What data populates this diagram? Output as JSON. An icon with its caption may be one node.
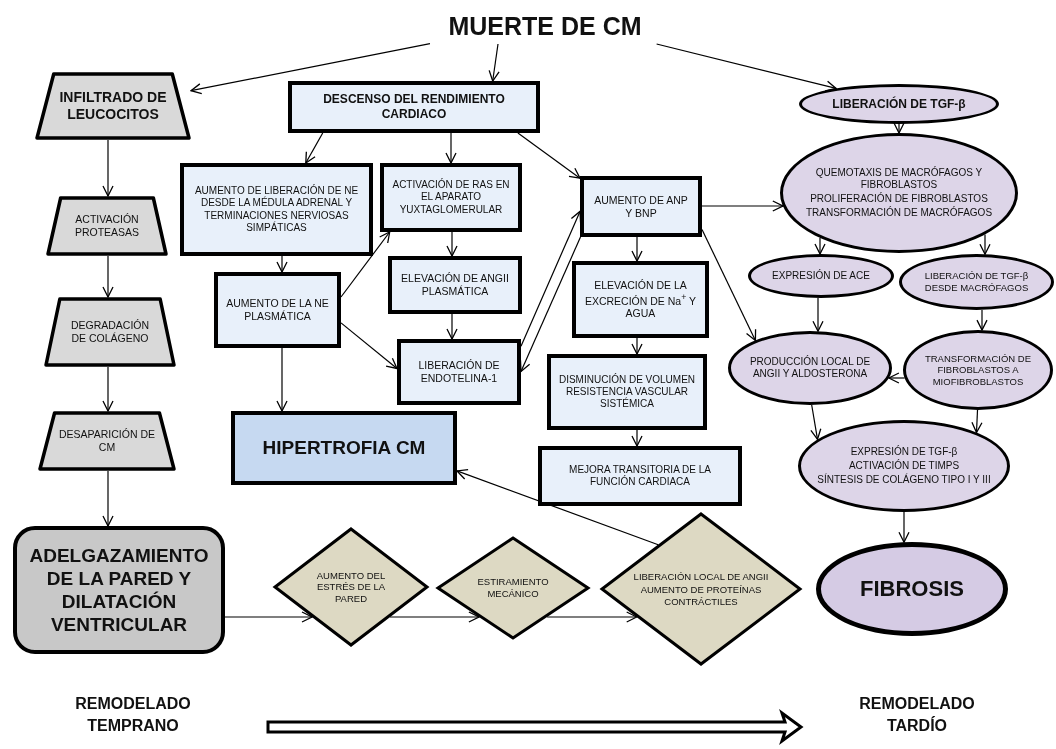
{
  "diagram": {
    "nodes": [
      {
        "text": [
          "MUERTE DE CM"
        ]
      },
      {
        "text": [
          "INFILTRADO DE LEUCOCITOS"
        ]
      },
      {
        "text": [
          "ACTIVACIÓN PROTEASAS"
        ]
      },
      {
        "text": [
          "DEGRADACIÓN DE COLÁGENO"
        ]
      },
      {
        "text": [
          "DESAPARICIÓN DE CM"
        ]
      },
      {
        "text": [
          "ADELGAZAMIENTO DE LA PARED Y DILATACIÓN VENTRICULAR"
        ]
      },
      {
        "text": [
          "DESCENSO DEL RENDIMIENTO CARDIACO"
        ]
      },
      {
        "text": [
          "AUMENTO DE LIBERACIÓN DE NE DESDE LA MÉDULA ADRENAL Y TERMINACIONES NERVIOSAS SIMPÁTICAS"
        ]
      },
      {
        "text": [
          "ACTIVACIÓN DE RAS EN EL APARATO YUXTAGLOMERULAR"
        ]
      },
      {
        "text": [
          "AUMENTO DE LA NE PLASMÁTICA"
        ]
      },
      {
        "text": [
          "ELEVACIÓN DE ANGII PLASMÁTICA"
        ]
      },
      {
        "text": [
          "LIBERACIÓN DE ENDOTELINA-1"
        ]
      },
      {
        "text": [
          "HIPERTROFIA CM"
        ]
      },
      {
        "text": [
          "AUMENTO DE ANP Y BNP"
        ]
      },
      {
        "text": [
          "ELEVACIÓN DE LA EXCRECIÓN DE Na$^{+}$ Y AGUA"
        ]
      },
      {
        "text": [
          "DISMINUCIÓN DE VOLUMEN RESISTENCIA VASCULAR SISTÉMICA"
        ]
      },
      {
        "text": [
          "MEJORA TRANSITORIA DE LA FUNCIÓN CARDIACA"
        ]
      },
      {
        "text": [
          "LIBERACIÓN DE TGF-β"
        ]
      },
      {
        "text": [
          "QUEMOTAXIS DE MACRÓFAGOS Y FIBROBLASTOS",
          "PROLIFERACIÓN DE FIBROBLASTOS",
          "TRANSFORMACIÓN DE MACRÓFAGOS"
        ]
      },
      {
        "text": [
          "EXPRESIÓN DE ACE"
        ]
      },
      {
        "text": [
          "LIBERACIÓN DE TGF-β DESDE MACRÓFAGOS"
        ]
      },
      {
        "text": [
          "PRODUCCIÓN LOCAL DE ANGII Y ALDOSTERONA"
        ]
      },
      {
        "text": [
          "TRANSFORMACIÓN DE FIBROBLASTOS A MIOFIBROBLASTOS"
        ]
      },
      {
        "text": [
          "EXPRESIÓN DE TGF-β",
          "ACTIVACIÓN DE TIMPS",
          "SÍNTESIS DE COLÁGENO TIPO I Y III"
        ]
      },
      {
        "text": [
          "FIBROSIS"
        ]
      },
      {
        "text": [
          "AUMENTO DEL ESTRÉS DE LA PARED"
        ]
      },
      {
        "text": [
          "ESTIRAMIENTO MECÁNICO"
        ]
      },
      {
        "text": [
          "LIBERACIÓN LOCAL DE ANGII",
          "AUMENTO DE PROTEÍNAS CONTRÁCTILES"
        ]
      }
    ],
    "edges": [
      {
        "from": 0,
        "to": 1,
        "arrow": "to"
      },
      {
        "from": 0,
        "to": 6,
        "arrow": "to"
      },
      {
        "from": 0,
        "to": 17,
        "arrow": "to"
      },
      {
        "from": 1,
        "to": 2,
        "arrow": "to"
      },
      {
        "from": 2,
        "to": 3,
        "arrow": "to"
      },
      {
        "from": 3,
        "to": 4,
        "arrow": "to"
      },
      {
        "from": 4,
        "to": 5,
        "arrow": "to"
      },
      {
        "from": 6,
        "to": 7,
        "arrow": "to"
      },
      {
        "from": 6,
        "to": 8,
        "arrow": "to"
      },
      {
        "from": 6,
        "to": 13,
        "arrow": "to"
      },
      {
        "from": 7,
        "to": 9,
        "arrow": "to"
      },
      {
        "from": 8,
        "to": 10,
        "arrow": "to"
      },
      {
        "from": 10,
        "to": 11,
        "arrow": "to"
      },
      {
        "from": 9,
        "to": 8,
        "arrow": "to"
      },
      {
        "from": 9,
        "to": 11,
        "arrow": "to"
      },
      {
        "from": 9,
        "to": 12,
        "arrow": "to"
      },
      {
        "from": 11,
        "to": 13,
        "arrow": "to"
      },
      {
        "from": 13,
        "to": 11,
        "arrow": "to"
      },
      {
        "from": 13,
        "to": 14,
        "arrow": "to"
      },
      {
        "from": 14,
        "to": 15,
        "arrow": "to"
      },
      {
        "from": 15,
        "to": 16,
        "arrow": "to"
      },
      {
        "from": 13,
        "to": 18,
        "arrow": "to"
      },
      {
        "from": 13,
        "to": 21,
        "arrow": "to"
      },
      {
        "from": 17,
        "to": 18,
        "arrow": "to"
      },
      {
        "from": 18,
        "to": 19,
        "arrow": "to"
      },
      {
        "from": 18,
        "to": 20,
        "arrow": "to"
      },
      {
        "from": 19,
        "to": 21,
        "arrow": "to"
      },
      {
        "from": 20,
        "to": 22,
        "arrow": "to"
      },
      {
        "from": 22,
        "to": 21,
        "arrow": "to"
      },
      {
        "from": 21,
        "to": 23,
        "arrow": "to"
      },
      {
        "from": 22,
        "to": 23,
        "arrow": "to"
      },
      {
        "from": 23,
        "to": 24,
        "arrow": "to"
      },
      {
        "from": 5,
        "to": 25,
        "arrow": "to"
      },
      {
        "from": 25,
        "to": 26,
        "arrow": "to"
      },
      {
        "from": 26,
        "to": 27,
        "arrow": "to"
      },
      {
        "from": 27,
        "to": 12,
        "arrow": "to"
      }
    ],
    "labels": [
      "REMODELADO TEMPRANO",
      "REMODELADO TARDÍO"
    ]
  }
}
